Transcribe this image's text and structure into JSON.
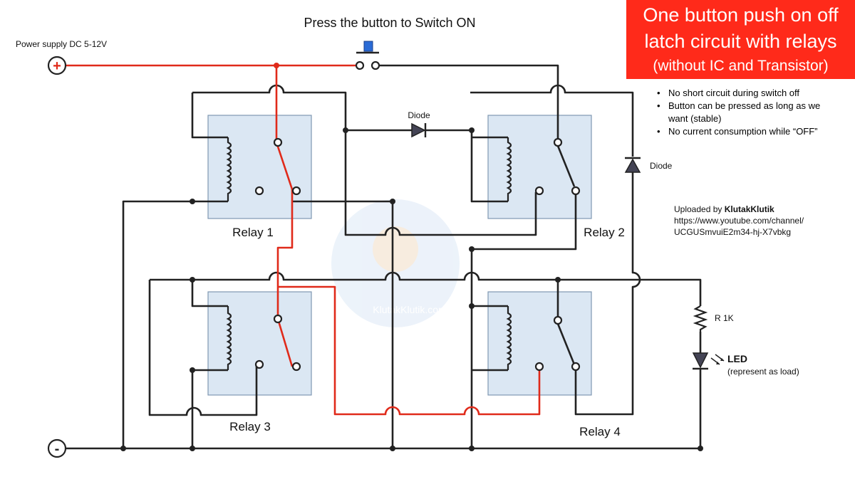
{
  "header": {
    "instruction": "Press the button to Switch ON",
    "title_line1": "One button push on off",
    "title_line2": "latch circuit with relays",
    "title_line3": "(without IC and Transistor)"
  },
  "notes": [
    "No short circuit during switch off",
    "Button can be pressed as long as we",
    "want (stable)",
    "No current consumption while “OFF”"
  ],
  "upload": {
    "prefix": "Uploaded by ",
    "author": "KlutakKlutik",
    "url_line1": "https://www.youtube.com/channel/",
    "url_line2": "UCGUSmvuiE2m34-hj-X7vbkg"
  },
  "labels": {
    "power_supply": "Power supply DC 5-12V",
    "plus": "+",
    "minus": "-",
    "diode_top": "Diode",
    "diode_right": "Diode",
    "relay1": "Relay 1",
    "relay2": "Relay 2",
    "relay3": "Relay 3",
    "relay4": "Relay 4",
    "resistor": "R 1K",
    "led": "LED",
    "led_note": "(represent as load)",
    "watermark": "KlutakKlutik.com"
  },
  "colors": {
    "active_wire": "#e02a1a",
    "wire": "#222222",
    "relay_fill": "#dbe7f3",
    "relay_border": "#7f98b2",
    "title_bg": "#ff2a1a",
    "button_blue": "#2a6bd6"
  }
}
